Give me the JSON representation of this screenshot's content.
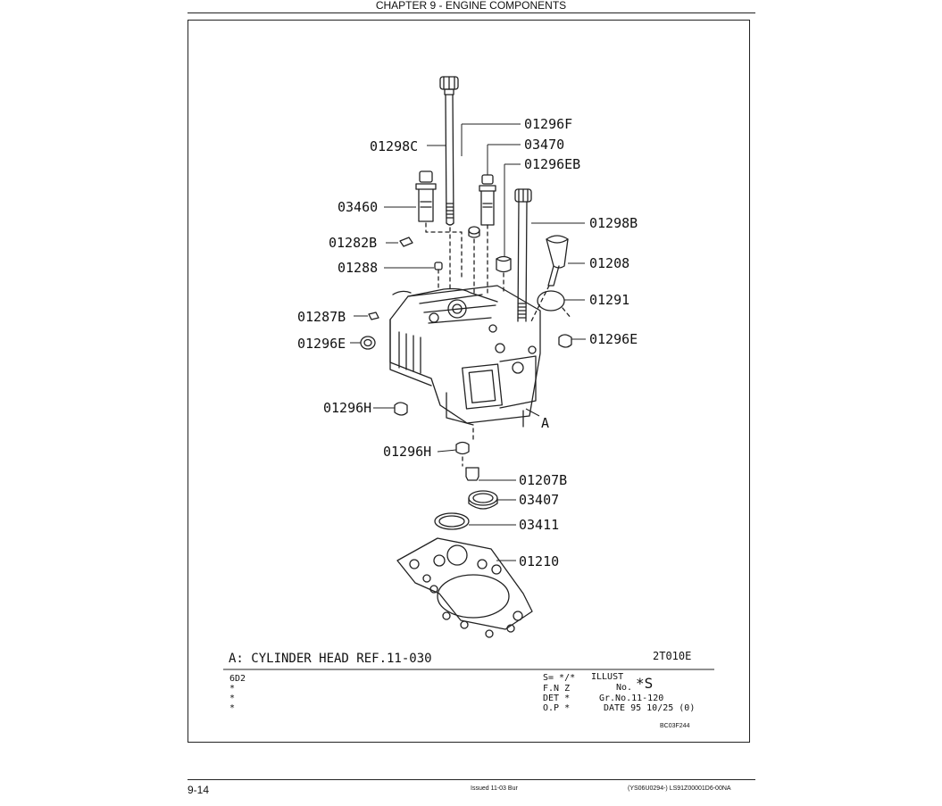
{
  "header": {
    "title": "CHAPTER 9 - ENGINE COMPONENTS"
  },
  "diagram": {
    "callouts": {
      "p01296F": "01296F",
      "p01298C": "01298C",
      "p03470": "03470",
      "p01296EB": "01296EB",
      "p03460": "03460",
      "p01298B": "01298B",
      "p01282B": "01282B",
      "p01208": "01208",
      "p01288": "01288",
      "p01291": "01291",
      "p01287B": "01287B",
      "p01296E_left": "01296E",
      "p01296E_right": "01296E",
      "p01296H_upper": "01296H",
      "A": "A",
      "p01296H_lower": "01296H",
      "p01207B": "01207B",
      "p03407": "03407",
      "p03411": "03411",
      "p01210": "01210"
    },
    "ref_note": "A: CYLINDER HEAD REF.11-030",
    "drawing_code": "2T010E"
  },
  "info_block": {
    "model": "6D2",
    "star1": "*",
    "star2": "*",
    "star3": "*",
    "s_label": "S= */*",
    "illust_label": "ILLUST",
    "no_label": "No.",
    "illust_value": "*S",
    "fnz": "F.N Z",
    "det": "DET *",
    "gr_no": "Gr.No.11-120",
    "op": "O.P *",
    "date": "DATE 95 10/25 (0)",
    "bc_code": "BC03F244"
  },
  "footer": {
    "page_number": "9-14",
    "issued": "Issued 11-03   Bur",
    "doc_ref": "(YS06U0294-)   LS91Z00001D6-00NA"
  }
}
